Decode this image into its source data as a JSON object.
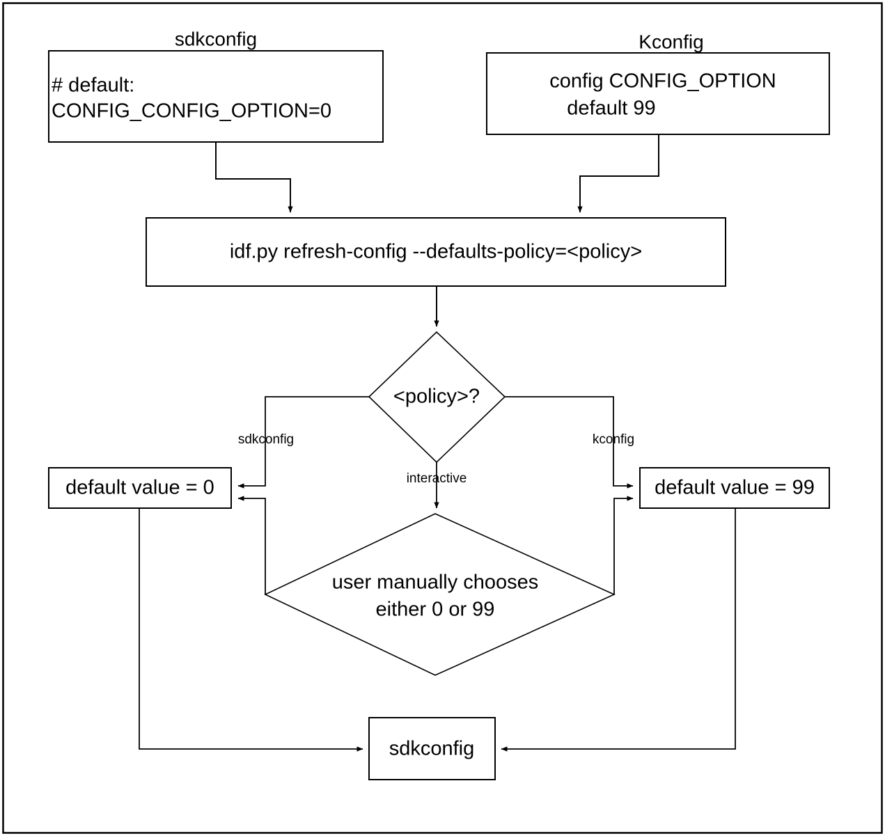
{
  "diagram": {
    "title": "idf.py refresh-config defaults policy flow",
    "background_color": "#ffffff",
    "stroke_color": "#000000",
    "captions": {
      "sdkconfig_caption": "sdkconfig",
      "kconfig_caption": "Kconfig"
    },
    "nodes": {
      "sdkconfig_file": {
        "line1": "# default:",
        "line2": "CONFIG_CONFIG_OPTION=0"
      },
      "kconfig_file": {
        "line1": "config CONFIG_OPTION",
        "line2": "default 99"
      },
      "command": {
        "label": "idf.py refresh-config --defaults-policy=<policy>"
      },
      "policy_decision": {
        "label": "<policy>?"
      },
      "default_zero": {
        "label": "default value = 0"
      },
      "default_ninetynine": {
        "label": "default value = 99"
      },
      "manual_choice": {
        "line1": "user manually chooses",
        "line2": "either 0 or 99"
      },
      "output": {
        "label": "sdkconfig"
      }
    },
    "edge_labels": {
      "branch_sdkconfig": "sdkconfig",
      "branch_kconfig": "kconfig",
      "branch_interactive": "interactive"
    }
  }
}
